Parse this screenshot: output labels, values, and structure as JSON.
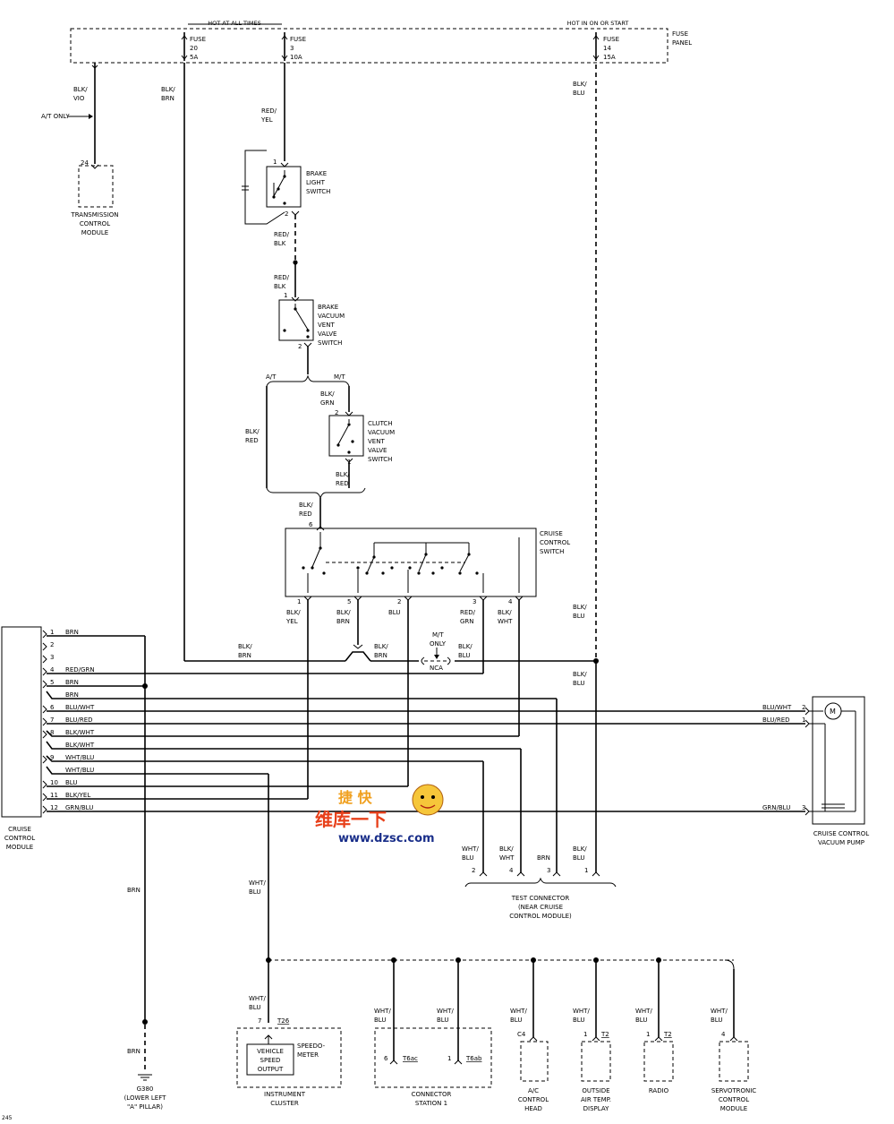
{
  "fuse_panel": {
    "hot_at_all_times": "HOT AT ALL TIMES",
    "hot_in_on_or_start": "HOT IN ON OR START",
    "label_line1": "FUSE",
    "label_line2": "PANEL",
    "fuses": [
      {
        "word": "FUSE",
        "num": "20",
        "amp": "5A"
      },
      {
        "word": "FUSE",
        "num": "3",
        "amp": "10A"
      },
      {
        "word": "FUSE",
        "num": "14",
        "amp": "15A"
      }
    ]
  },
  "wire_labels": {
    "blk_vio_1": "BLK/",
    "blk_vio_2": "VIO",
    "at_only": "A/T ONLY",
    "blk_brn_1": "BLK/",
    "blk_brn_2": "BRN",
    "red_yel_1": "RED/",
    "red_yel_2": "YEL",
    "blk_blu_top_1": "BLK/",
    "blk_blu_top_2": "BLU",
    "red_blk_a_1": "RED/",
    "red_blk_a_2": "BLK",
    "red_blk_b_1": "RED/",
    "red_blk_b_2": "BLK",
    "at": "A/T",
    "mt": "M/T",
    "blk_grn_1": "BLK/",
    "blk_grn_2": "GRN",
    "blk_red_l_1": "BLK/",
    "blk_red_l_2": "RED",
    "blk_red_r_1": "BLK/",
    "blk_red_r_2": "RED",
    "blk_red_sw_1": "BLK/",
    "blk_red_sw_2": "RED",
    "blk_blu_mid_1": "BLK/",
    "blk_blu_mid_2": "BLU",
    "blk_blu_low_1": "BLK/",
    "blk_blu_low_2": "BLU",
    "blk_brn_c1_1": "BLK/",
    "blk_brn_c1_2": "BRN",
    "blk_brn_c2_1": "BLK/",
    "blk_brn_c2_2": "BRN",
    "mt_only_1": "M/T",
    "mt_only_2": "ONLY",
    "blk_blu_c_1": "BLK/",
    "blk_blu_c_2": "BLU",
    "nca": "NCA",
    "brn_vert": "BRN",
    "brn_ground": "BRN",
    "wht_blu_vert_1": "WHT/",
    "wht_blu_vert_2": "BLU",
    "blu_wht_pump": "BLU/WHT",
    "blu_red_pump": "BLU/RED",
    "grn_blu_pump": "GRN/BLU"
  },
  "components": {
    "tcm": {
      "pin": "24",
      "line1": "TRANSMISSION",
      "line2": "CONTROL",
      "line3": "MODULE"
    },
    "brake_light_switch": {
      "pin_top": "1",
      "pin_bottom": "2",
      "line1": "BRAKE",
      "line2": "LIGHT",
      "line3": "SWITCH"
    },
    "brake_vacuum_switch": {
      "pin_top": "1",
      "pin_bottom": "2",
      "line1": "BRAKE",
      "line2": "VACUUM",
      "line3": "VENT",
      "line4": "VALVE",
      "line5": "SWITCH"
    },
    "clutch_switch": {
      "pin_top": "2",
      "pin_bottom": "1",
      "line1": "CLUTCH",
      "line2": "VACUUM",
      "line3": "VENT",
      "line4": "VALVE",
      "line5": "SWITCH"
    },
    "cruise_switch": {
      "pin_top": "6",
      "line1": "CRUISE",
      "line2": "CONTROL",
      "line3": "SWITCH",
      "pins": [
        {
          "pin": "1",
          "c1": "BLK/",
          "c2": "YEL"
        },
        {
          "pin": "5",
          "c1": "BLK/",
          "c2": "BRN"
        },
        {
          "pin": "2",
          "c1": "BLU",
          "c2": ""
        },
        {
          "pin": "3",
          "c1": "RED/",
          "c2": "GRN"
        },
        {
          "pin": "4",
          "c1": "BLK/",
          "c2": "WHT"
        }
      ]
    },
    "ccm": {
      "line1": "CRUISE",
      "line2": "CONTROL",
      "line3": "MODULE",
      "pins": [
        {
          "pin": "1",
          "color": "BRN"
        },
        {
          "pin": "2",
          "color": ""
        },
        {
          "pin": "3",
          "color": ""
        },
        {
          "pin": "4",
          "color": "RED/GRN"
        },
        {
          "pin": "5",
          "color": "BRN"
        },
        {
          "pin": "",
          "color": "BRN"
        },
        {
          "pin": "6",
          "color": "BLU/WHT"
        },
        {
          "pin": "7",
          "color": "BLU/RED"
        },
        {
          "pin": "8",
          "color": "BLK/WHT"
        },
        {
          "pin": "",
          "color": "BLK/WHT"
        },
        {
          "pin": "9",
          "color": "WHT/BLU"
        },
        {
          "pin": "",
          "color": "WHT/BLU"
        },
        {
          "pin": "10",
          "color": "BLU"
        },
        {
          "pin": "11",
          "color": "BLK/YEL"
        },
        {
          "pin": "12",
          "color": "GRN/BLU"
        }
      ]
    },
    "vacuum_pump": {
      "line1": "CRUISE CONTROL",
      "line2": "VACUUM PUMP",
      "pin_a": "2",
      "pin_b": "1",
      "pin_c": "3",
      "motor": "M"
    },
    "test_connector": {
      "line1": "TEST CONNECTOR",
      "line2": "(NEAR CRUISE",
      "line3": "CONTROL MODULE)",
      "pins": [
        {
          "c1": "WHT/",
          "c2": "BLU",
          "pin": "2"
        },
        {
          "c1": "BLK/",
          "c2": "WHT",
          "pin": "4"
        },
        {
          "c1": "BRN",
          "c2": "",
          "pin": "3"
        },
        {
          "c1": "BLK/",
          "c2": "BLU",
          "pin": "1"
        }
      ]
    },
    "ground": {
      "id": "G380",
      "line2": "(LOWER LEFT",
      "line3": "\"A\" PILLAR)"
    },
    "instrument_cluster": {
      "pin": "7",
      "conn": "T26",
      "line1": "INSTRUMENT",
      "line2": "CLUSTER",
      "speedo1": "SPEEDO-",
      "speedo2": "METER",
      "vss1": "VEHICLE",
      "vss2": "SPEED",
      "vss3": "OUTPUT",
      "c1": "WHT/",
      "c2": "BLU"
    },
    "connector_station": {
      "line1": "CONNECTOR",
      "line2": "STATION 1",
      "pin_a": "6",
      "conn_a": "T6ac",
      "pin_b": "1",
      "conn_b": "T6ab",
      "c1a": "WHT/",
      "c2a": "BLU",
      "c1b": "WHT/",
      "c2b": "BLU"
    },
    "ac_head": {
      "pin": "C4",
      "line1": "A/C",
      "line2": "CONTROL",
      "line3": "HEAD",
      "c1": "WHT/",
      "c2": "BLU"
    },
    "outside_temp": {
      "pin": "1",
      "conn": "T2",
      "line1": "OUTSIDE",
      "line2": "AIR TEMP.",
      "line3": "DISPLAY",
      "c1": "WHT/",
      "c2": "BLU"
    },
    "radio": {
      "pin": "1",
      "conn": "T2",
      "line1": "RADIO",
      "c1": "WHT/",
      "c2": "BLU"
    },
    "servotronic": {
      "pin": "4",
      "line1": "SERVOTRONIC",
      "line2": "CONTROL",
      "line3": "MODULE",
      "c1": "WHT/",
      "c2": "BLU"
    }
  },
  "page_number": "245",
  "watermark": {
    "line0": "捷 快",
    "line1": "维库一下",
    "line2": "www.dzsc.com"
  }
}
